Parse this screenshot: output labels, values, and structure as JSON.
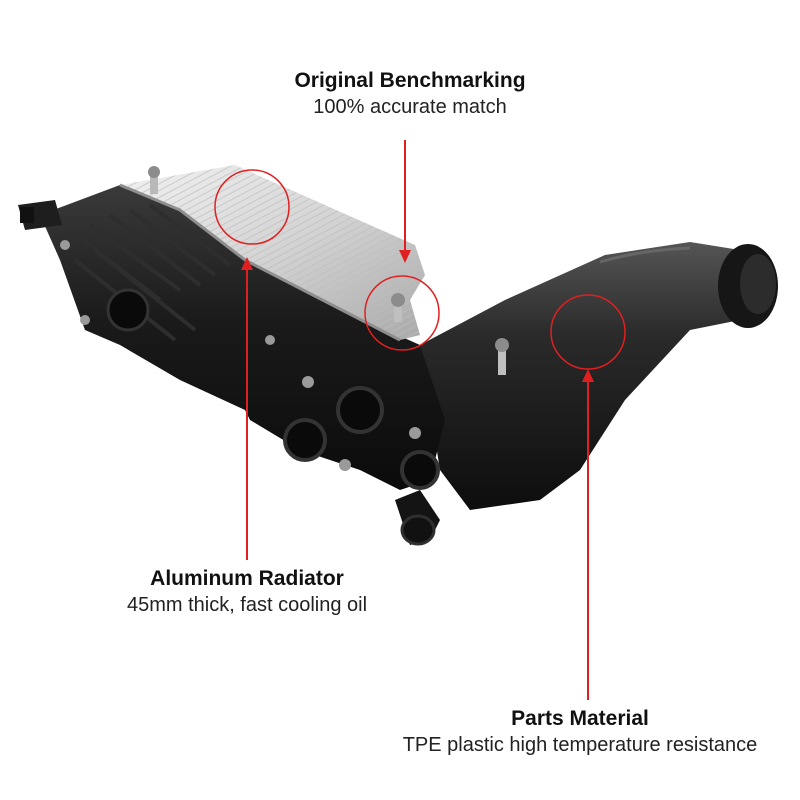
{
  "callouts": {
    "benchmark": {
      "title": "Original Benchmarking",
      "desc": "100% accurate match"
    },
    "radiator": {
      "title": "Aluminum Radiator",
      "desc": "45mm thick, fast cooling oil"
    },
    "material": {
      "title": "Parts Material",
      "desc": "TPE plastic high temperature resistance"
    }
  },
  "colors": {
    "background": "#ffffff",
    "accent": "#e02020",
    "housing": "#1c1c1c",
    "aluminum": "#d9d9d9"
  },
  "product": "oil-filter-housing-with-aluminum-cooler"
}
